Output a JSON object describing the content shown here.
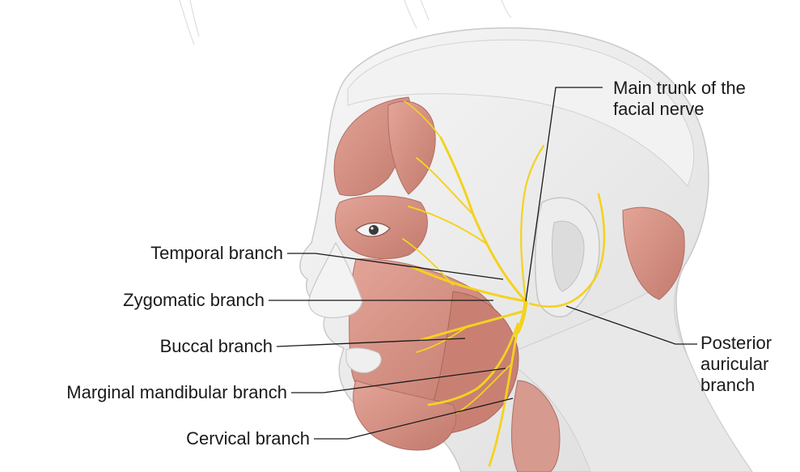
{
  "labels": {
    "main_trunk": [
      "Main trunk of the",
      "facial nerve"
    ],
    "temporal": "Temporal branch",
    "zygomatic": "Zygomatic branch",
    "buccal": "Buccal branch",
    "marginal_mandibular": "Marginal mandibular branch",
    "cervical": "Cervical branch",
    "posterior_auricular": [
      "Posterior",
      "auricular",
      "branch"
    ]
  },
  "colors": {
    "skin": "#eeeeee",
    "skin_shadow": "#d9d9d9",
    "muscle": "#d98f82",
    "muscle_dark": "#b86a5e",
    "nerve": "#f4d21f",
    "nerve_edge": "#d9a800",
    "leader": "#1a1a1a"
  }
}
